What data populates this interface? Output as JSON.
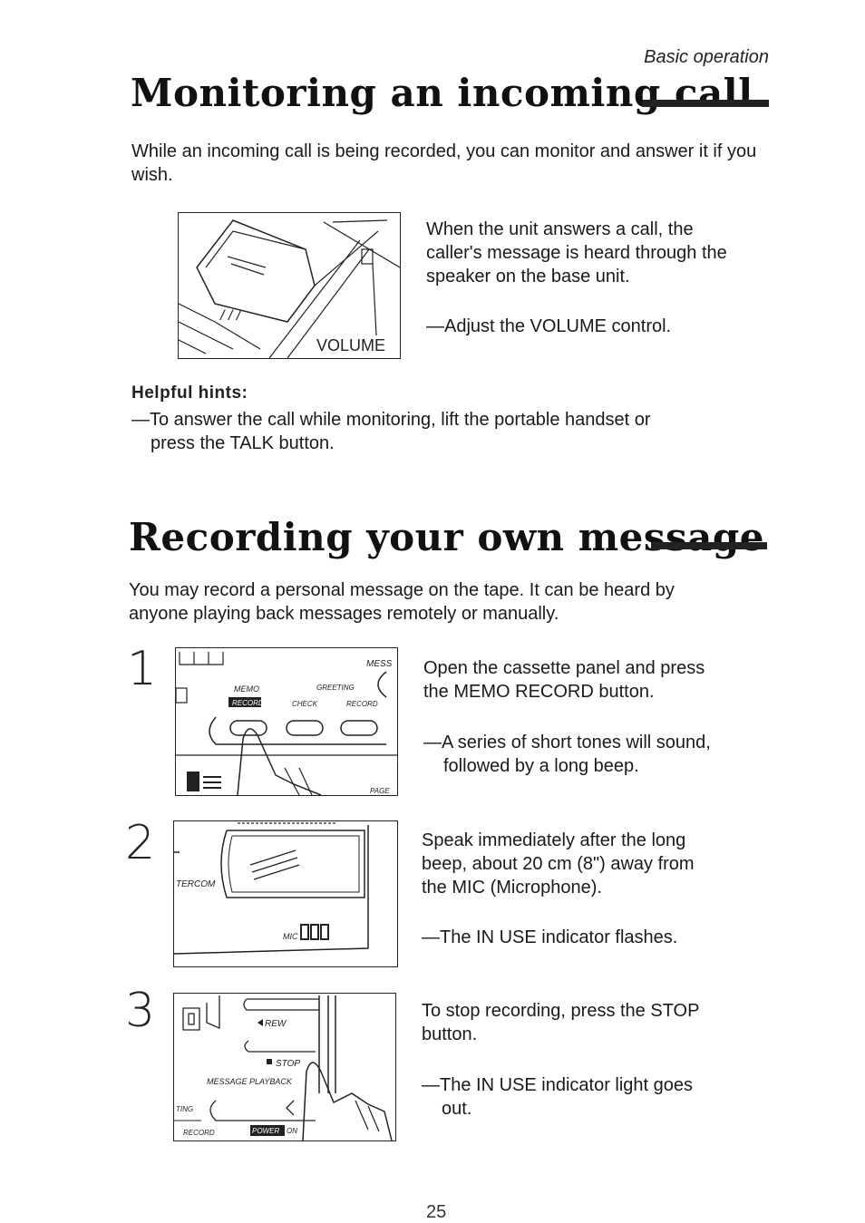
{
  "header": {
    "section": "Basic operation"
  },
  "monitoring": {
    "title": "Monitoring an incoming call",
    "intro": "While an incoming call is being recorded, you can monitor and answer it if you wish.",
    "desc_line1": "When the unit answers a call, the",
    "desc_line2": "caller's message is heard through the",
    "desc_line3": "speaker on the base unit.",
    "adjust": "—Adjust the VOLUME control.",
    "figure_label": "VOLUME"
  },
  "hints": {
    "title": "Helpful hints:",
    "line1": "—To answer the call while monitoring, lift the portable handset or",
    "line2": "press the TALK button."
  },
  "recording": {
    "title": "Recording your own message",
    "intro_line1": "You may record a personal message on the tape. It can be heard by",
    "intro_line2": "anyone playing back messages remotely or manually.",
    "steps": [
      {
        "number": "1",
        "line1": "Open the cassette panel and press",
        "line2": "the MEMO RECORD button.",
        "note_line1": "—A series of short tones will sound,",
        "note_line2": "followed by a long beep.",
        "fig_labels": {
          "mess": "MESS",
          "memo": "MEMO",
          "greeting": "GREETING",
          "record_badge": "RECORD",
          "check": "CHECK",
          "record": "RECORD",
          "page": "PAGE"
        }
      },
      {
        "number": "2",
        "line1": "Speak immediately after the long",
        "line2": "beep, about 20 cm (8\") away from",
        "line3": "the MIC (Microphone).",
        "note": "—The IN USE indicator flashes.",
        "fig_labels": {
          "tercom": "TERCOM",
          "mic": "MIC"
        }
      },
      {
        "number": "3",
        "line1": "To stop recording, press the STOP",
        "line2": "button.",
        "note_line1": "—The IN USE indicator light goes",
        "note_line2": "out.",
        "fig_labels": {
          "rew": "REW",
          "stop": "STOP",
          "playback": "MESSAGE PLAYBACK",
          "ting": "TING",
          "record": "RECORD",
          "power": "POWER",
          "on": "ON"
        }
      }
    ]
  },
  "footer": {
    "page_number": "25"
  },
  "colors": {
    "ink": "#1a1a1a",
    "paper": "#ffffff"
  }
}
